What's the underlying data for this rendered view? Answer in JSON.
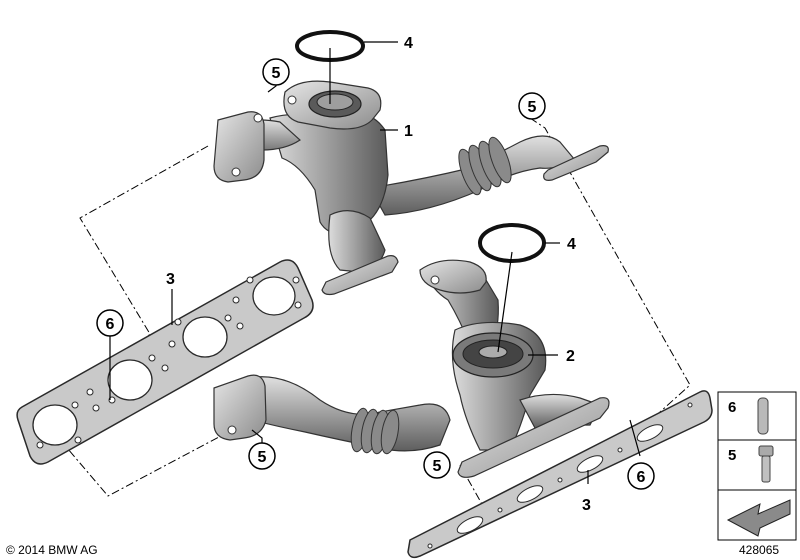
{
  "callouts": {
    "part1": "1",
    "part2": "2",
    "part3_left": "3",
    "part3_right": "3",
    "part4_top": "4",
    "part4_mid": "4",
    "part5_a": "5",
    "part5_b": "5",
    "part5_c": "5",
    "part5_d": "5",
    "part6_left": "6",
    "part6_right": "6"
  },
  "legend": {
    "item6": "6",
    "item5": "5"
  },
  "footer": {
    "copyright": "© 2014 BMW AG",
    "diagram_number": "428065"
  },
  "colors": {
    "metal_dark": "#6f6f6f",
    "metal_mid": "#9a9a9a",
    "metal_light": "#d4d4d4",
    "line": "#000000"
  }
}
